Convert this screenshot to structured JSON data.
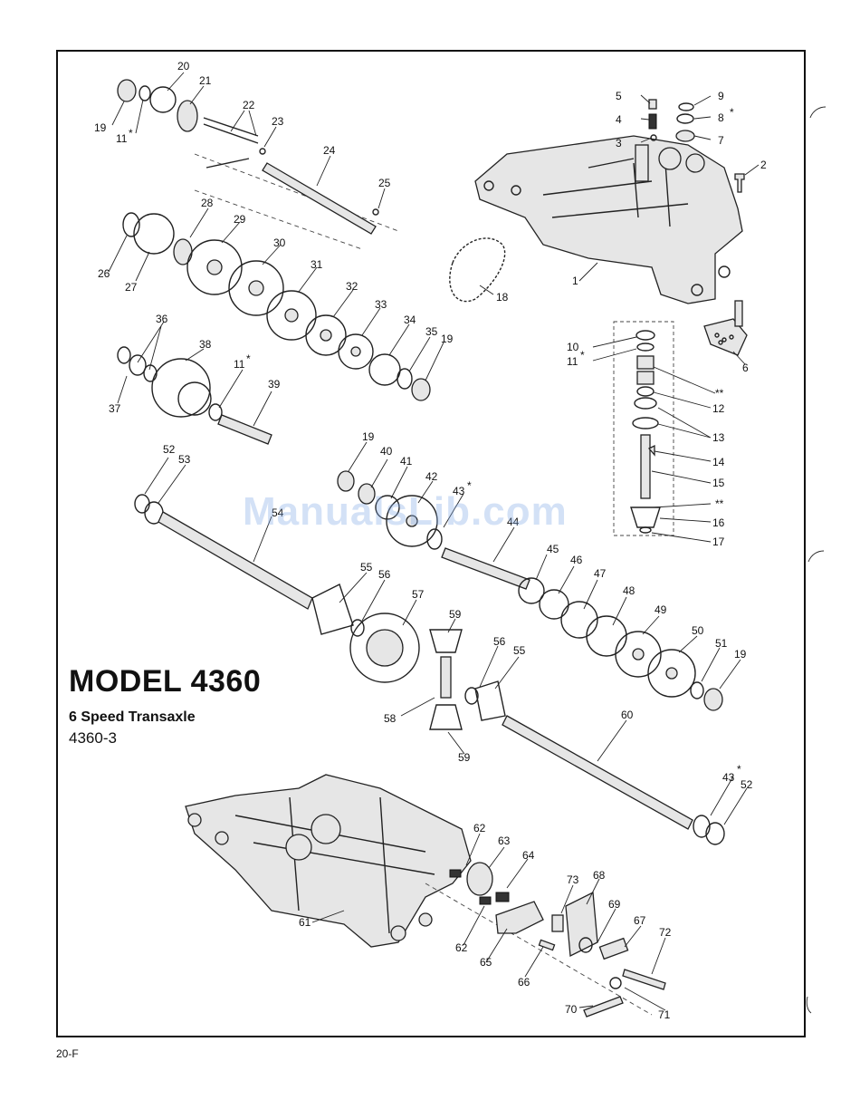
{
  "model": {
    "title": "MODEL 4360",
    "subtitle": "6 Speed Transaxle",
    "code": "4360-3"
  },
  "page_number": "20-F",
  "watermark": "ManualsLib.com",
  "callouts": {
    "c1": "1",
    "c2": "2",
    "c3": "3",
    "c4": "4",
    "c5": "5",
    "c6": "6",
    "c7": "7",
    "c8": "8",
    "c9": "9",
    "c10": "10",
    "c11a": "11",
    "c11b": "11",
    "c11c": "11",
    "c12": "12",
    "c13": "13",
    "c14": "14",
    "c15": "15",
    "c16": "16",
    "c17": "17",
    "c18": "18",
    "c19a": "19",
    "c19b": "19",
    "c19c": "19",
    "c19d": "19",
    "c20": "20",
    "c21": "21",
    "c22": "22",
    "c23": "23",
    "c24": "24",
    "c25": "25",
    "c26": "26",
    "c27": "27",
    "c28": "28",
    "c29": "29",
    "c30": "30",
    "c31": "31",
    "c32": "32",
    "c33": "33",
    "c34": "34",
    "c35": "35",
    "c36": "36",
    "c37": "37",
    "c38": "38",
    "c39": "39",
    "c40": "40",
    "c41": "41",
    "c42": "42",
    "c43a": "43",
    "c43b": "43",
    "c44": "44",
    "c45": "45",
    "c46": "46",
    "c47": "47",
    "c48": "48",
    "c49": "49",
    "c50": "50",
    "c51": "51",
    "c52a": "52",
    "c52b": "52",
    "c53": "53",
    "c54": "54",
    "c55a": "55",
    "c55b": "55",
    "c56a": "56",
    "c56b": "56",
    "c57": "57",
    "c58": "58",
    "c59a": "59",
    "c59b": "59",
    "c60": "60",
    "c61": "61",
    "c62a": "62",
    "c62b": "62",
    "c63": "63",
    "c64": "64",
    "c65": "65",
    "c66": "66",
    "c67": "67",
    "c68": "68",
    "c69": "69",
    "c70": "70",
    "c71": "71",
    "c72": "72",
    "c73": "73",
    "star": "*",
    "dstar": "**"
  }
}
